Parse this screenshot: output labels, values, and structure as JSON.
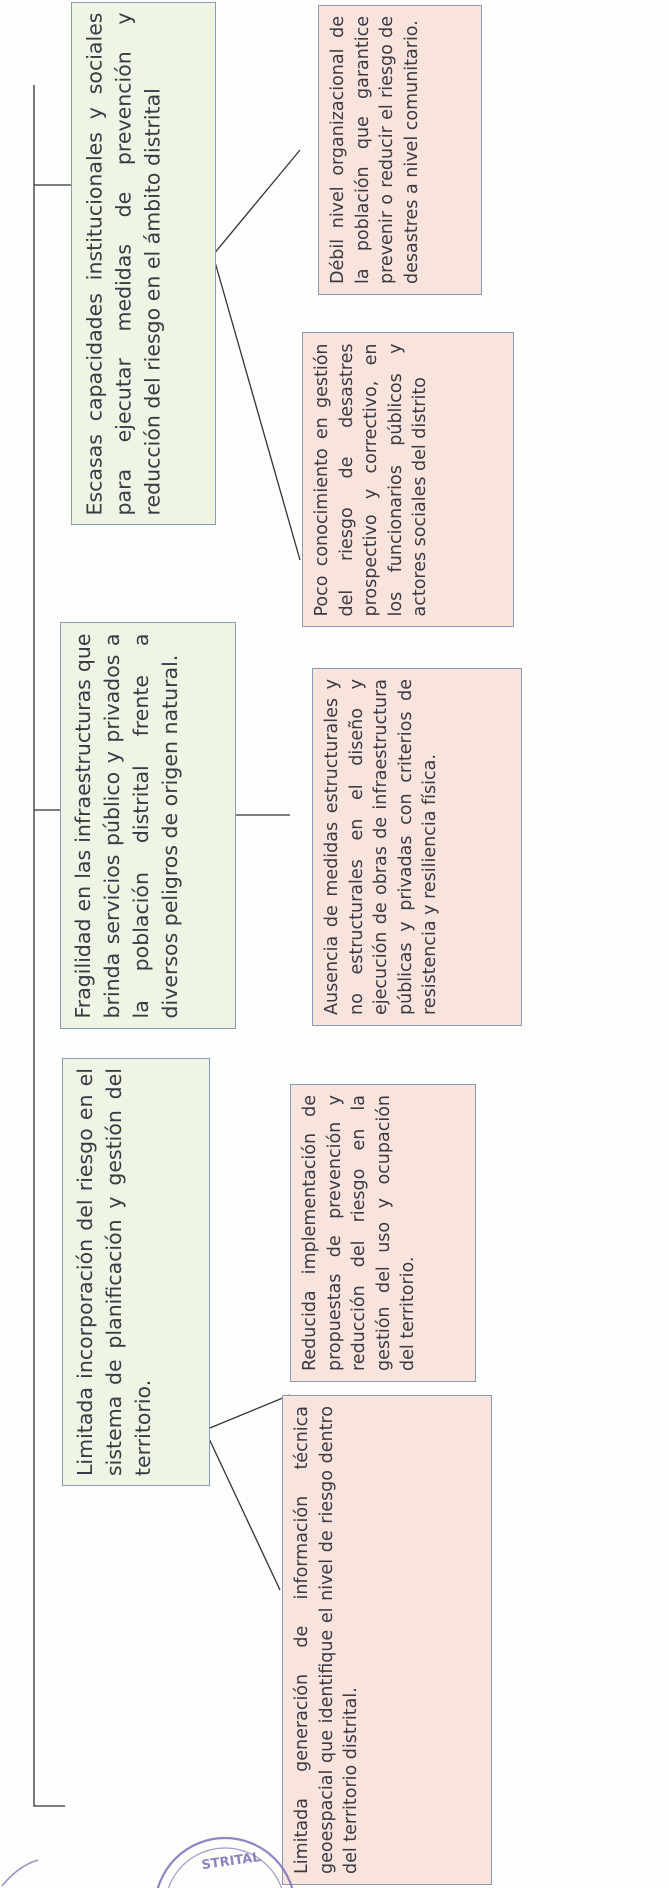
{
  "branches": [
    {
      "cause": "Limitada incorporación del riesgo en el sistema de planificación y gestión del territorio.",
      "sub_causes": [
        "Limitada generación de información técnica geoespacial que identifique el nivel de riesgo dentro del territorio distrital.",
        "Reducida implementación de propuestas de prevención y reducción del riesgo en la gestión del uso y ocupación del territorio."
      ]
    },
    {
      "cause": "Fragilidad en las infraestructuras que brinda servicios público y privados a la población distrital frente a diversos peligros de origen natural.",
      "sub_causes": [
        "Ausencia de medidas estructurales y no estructurales en el diseño y ejecución de obras de infraestructura públicas y privadas con criterios de resistencia y resiliencia física."
      ]
    },
    {
      "cause": "Escasas capacidades institucionales y sociales para ejecutar medidas de prevención y reducción del riesgo en el ámbito distrital",
      "sub_causes": [
        "Poco conocimiento en gestión del riesgo de desastres prospectivo y correctivo, en los funcionarios públicos y actores sociales del distrito",
        "Débil nivel organizacional de la población que garantice prevenir o reducir el riesgo de desastres a nivel comunitario."
      ]
    }
  ],
  "stamp": {
    "text": "STRITAL"
  },
  "colors": {
    "cause_box": "#eef5e4",
    "sub_box": "#f9e4dd",
    "border": "#8a9bb5",
    "line": "#333333",
    "stamp": "#7b6fb8"
  }
}
